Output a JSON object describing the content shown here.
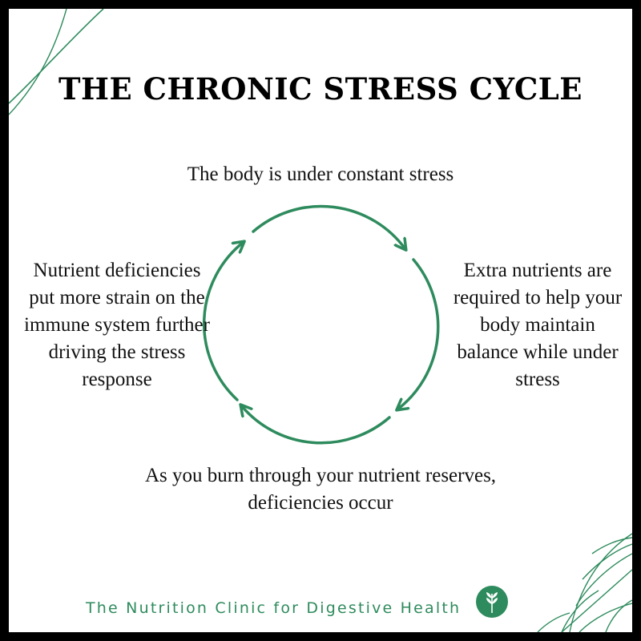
{
  "title": "THE CHRONIC STRESS CYCLE",
  "cycle": {
    "top": "The body is under constant stress",
    "right": "Extra nutrients are required to help your body maintain balance while under stress",
    "bottom": "As you burn through your nutrient reserves, deficiencies occur",
    "left": "Nutrient deficiencies put more strain on the immune system further driving the stress response"
  },
  "brand": {
    "name": "The Nutrition Clinic for Digestive Health",
    "logo_icon": "leaf-sprig-icon"
  },
  "decor": {
    "corner_icons": [
      "leaf-line-icon",
      "tropical-leaves-icon"
    ]
  },
  "colors": {
    "accent": "#2e8b5d",
    "text": "#111111",
    "border": "#000000",
    "background": "#ffffff"
  }
}
